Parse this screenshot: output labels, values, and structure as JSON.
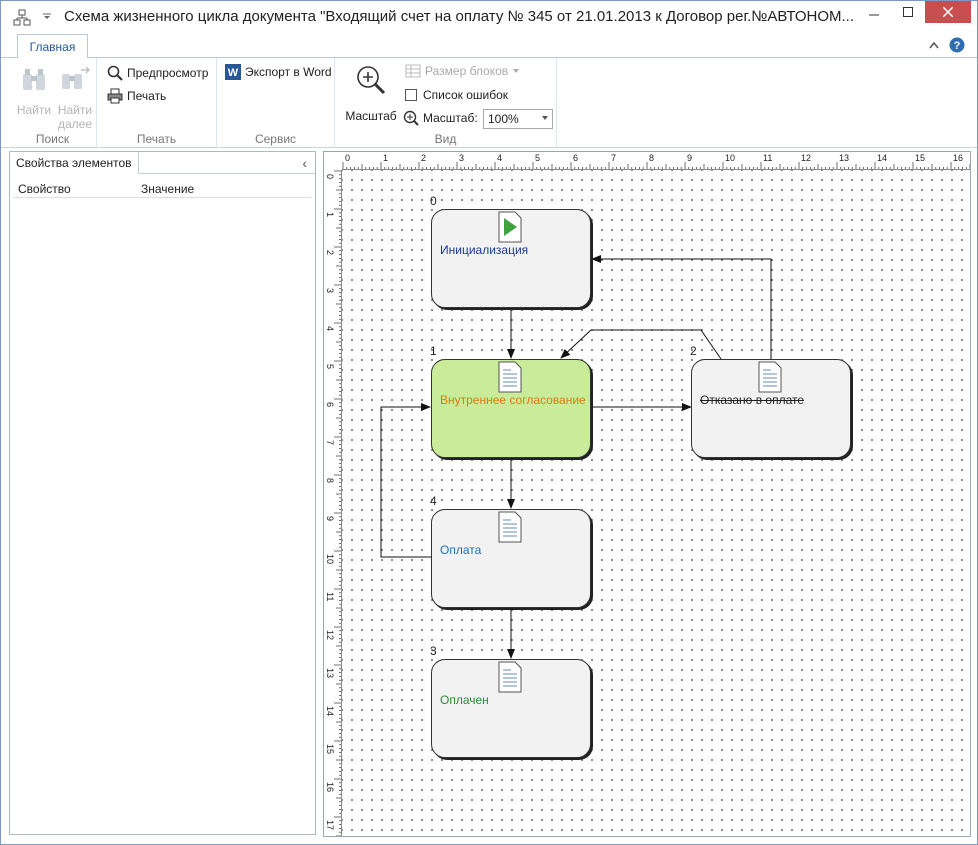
{
  "window": {
    "title": "Схема жизненного цикла документа \"Входящий счет на оплату № 345 от 21.01.2013 к Договор рег.№АВТОНОМ...",
    "app_icon": "hierarchy-icon",
    "controls": [
      "minimize-icon",
      "maximize-icon",
      "close-icon"
    ]
  },
  "ribbon": {
    "tab_label": "Главная",
    "groups": {
      "search": {
        "label": "Поиск",
        "find": "Найти",
        "find_next_line1": "Найти",
        "find_next_line2": "далее"
      },
      "print": {
        "label": "Печать",
        "preview": "Предпросмотр",
        "print": "Печать"
      },
      "service": {
        "label": "Сервис",
        "export_word": "Экспорт в Word"
      },
      "view": {
        "label": "Вид",
        "zoom_big": "Масштаб",
        "block_size": "Размер блоков",
        "error_list": "Список ошибок",
        "zoom_label": "Масштаб:",
        "zoom_value": "100%"
      }
    }
  },
  "left_panel": {
    "tab_label": "Свойства элементов",
    "col_property": "Свойство",
    "col_value": "Значение"
  },
  "canvas": {
    "ruler_top": [
      "0",
      "1",
      "2",
      "3",
      "4",
      "5",
      "6",
      "7",
      "8",
      "9",
      "10",
      "11",
      "12",
      "13",
      "14",
      "15",
      "16"
    ],
    "ruler_left": [
      "0",
      "1",
      "2",
      "3",
      "4",
      "5",
      "6",
      "7",
      "8",
      "9",
      "10",
      "11",
      "12",
      "13",
      "14",
      "15",
      "16",
      "17"
    ],
    "nodes": [
      {
        "num": "0",
        "label": "Инициализация",
        "color": "#1a3a8a",
        "fill": "#f2f2f2",
        "icon": "play-document-icon"
      },
      {
        "num": "1",
        "label": "Внутреннее согласование",
        "color": "#e07a10",
        "fill": "#c9ec9a",
        "icon": "document-icon"
      },
      {
        "num": "2",
        "label": "Отказано в оплате",
        "color": "#222222",
        "fill": "#f2f2f2",
        "icon": "document-icon"
      },
      {
        "num": "4",
        "label": "Оплата",
        "color": "#1e6fb5",
        "fill": "#f2f2f2",
        "icon": "document-icon"
      },
      {
        "num": "3",
        "label": "Оплачен",
        "color": "#2e8b2e",
        "fill": "#f2f2f2",
        "icon": "document-icon"
      }
    ]
  }
}
